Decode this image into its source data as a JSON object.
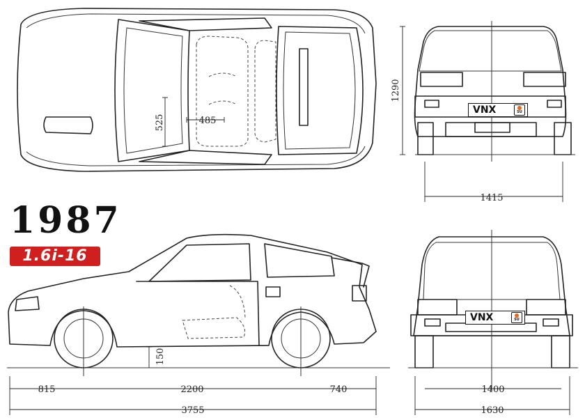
{
  "year": "1987",
  "badge": "1.6i-16",
  "plate": {
    "code": "VNX",
    "country": "SU"
  },
  "dimensions": {
    "height": "1290",
    "track_rear_top": "1415",
    "seat_width": "485",
    "seat_depth": "525",
    "front_overhang": "815",
    "wheelbase": "2200",
    "rear_overhang": "740",
    "ground_clearance": "150",
    "overall_length": "3755",
    "track_front": "1400",
    "overall_width": "1630"
  },
  "colors": {
    "badge": "#cf1f1f",
    "line": "#222222"
  }
}
